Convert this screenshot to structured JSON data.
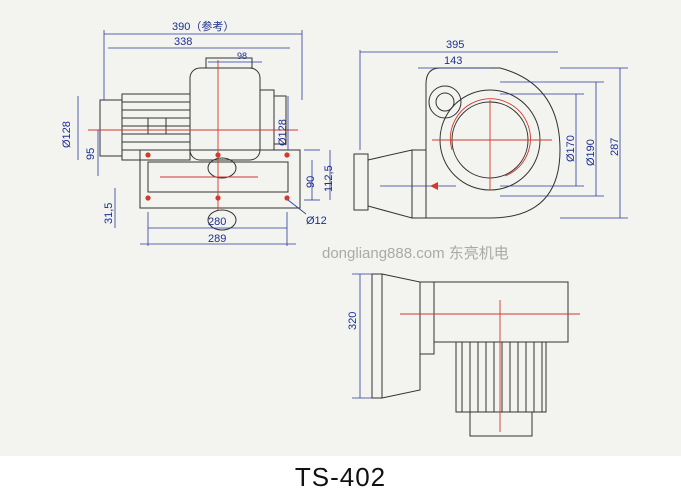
{
  "title": "TS-402",
  "watermark": "dongliang888.com 东亮机电",
  "colors": {
    "panel": "#f3f4f0",
    "dimension": "#1d2f8f",
    "outline": "#333333",
    "center_line": "#d23a2a",
    "watermark": "#a9a9a9"
  },
  "dimensions": {
    "side_view": {
      "overall_width": "390（参考）",
      "body_width": "338",
      "outlet_width": "98",
      "motor_diameter": "Ø128",
      "housing_diameter": "Ø128",
      "center_height": "95",
      "base_height": "31,5",
      "height_90": "90",
      "height_112": "112,5",
      "hole_spacing": "280",
      "base_length": "289",
      "hole_diameter": "Ø12"
    },
    "front_view": {
      "overall_width": "395",
      "outlet_offset": "143",
      "inner_diameter": "Ø170",
      "outer_diameter": "Ø190",
      "overall_height": "287"
    },
    "bottom_view": {
      "flange_height": "320"
    }
  }
}
